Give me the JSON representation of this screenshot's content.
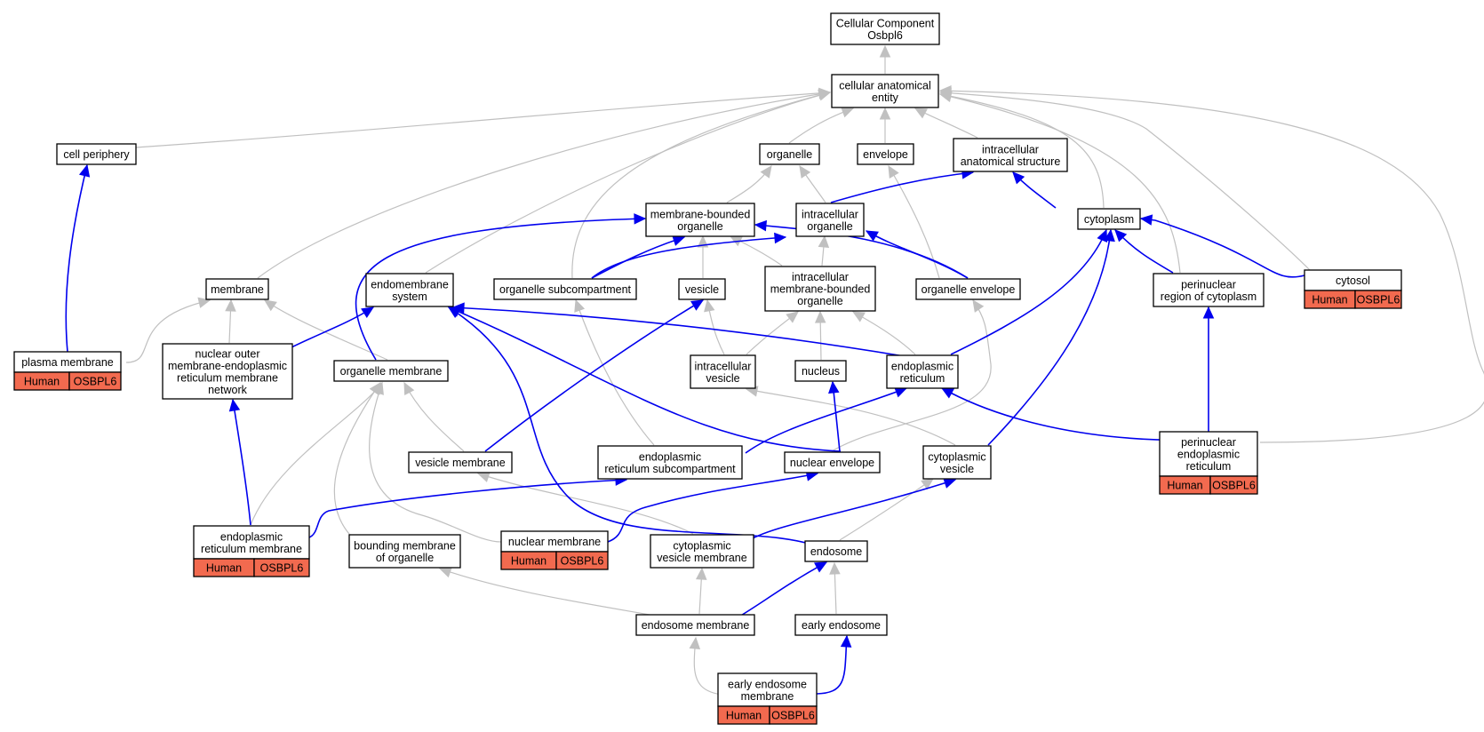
{
  "colors": {
    "is_a_edge": "#c0c0c0",
    "part_of_edge": "#0000ee",
    "annotation_fill": "#f26a4f",
    "node_border": "#000000",
    "background": "#ffffff"
  },
  "nodes": {
    "root": {
      "lines": [
        "Cellular Component",
        "Osbpl6"
      ]
    },
    "cae": {
      "lines": [
        "cellular anatomical",
        "entity"
      ]
    },
    "cellperiph": {
      "lines": [
        "cell periphery"
      ]
    },
    "organelle": {
      "lines": [
        "organelle"
      ]
    },
    "envelope": {
      "lines": [
        "envelope"
      ]
    },
    "ias": {
      "lines": [
        "intracellular",
        "anatomical structure"
      ]
    },
    "mbo": {
      "lines": [
        "membrane-bounded",
        "organelle"
      ]
    },
    "io": {
      "lines": [
        "intracellular",
        "organelle"
      ]
    },
    "cytoplasm": {
      "lines": [
        "cytoplasm"
      ]
    },
    "membrane": {
      "lines": [
        "membrane"
      ]
    },
    "endosys": {
      "lines": [
        "endomembrane",
        "system"
      ]
    },
    "orgsub": {
      "lines": [
        "organelle subcompartment"
      ]
    },
    "vesicle": {
      "lines": [
        "vesicle"
      ]
    },
    "imbo": {
      "lines": [
        "intracellular",
        "membrane-bounded",
        "organelle"
      ]
    },
    "orgenv": {
      "lines": [
        "organelle envelope"
      ]
    },
    "cytosol": {
      "lines": [
        "cytosol"
      ],
      "annotation": [
        "Human",
        "OSBPL6"
      ]
    },
    "perinuc": {
      "lines": [
        "perinuclear",
        "region of cytoplasm"
      ]
    },
    "plasma": {
      "lines": [
        "plasma membrane"
      ],
      "annotation": [
        "Human",
        "OSBPL6"
      ]
    },
    "nomer": {
      "lines": [
        "nuclear outer",
        "membrane-endoplasmic",
        "reticulum membrane",
        "network"
      ]
    },
    "orgmem": {
      "lines": [
        "organelle membrane"
      ]
    },
    "ivesicle": {
      "lines": [
        "intracellular",
        "vesicle"
      ]
    },
    "nucleus": {
      "lines": [
        "nucleus"
      ]
    },
    "er": {
      "lines": [
        "endoplasmic",
        "reticulum"
      ]
    },
    "vesmem": {
      "lines": [
        "vesicle membrane"
      ]
    },
    "ersub": {
      "lines": [
        "endoplasmic",
        "reticulum subcompartment"
      ]
    },
    "nucenv": {
      "lines": [
        "nuclear envelope"
      ]
    },
    "cytves": {
      "lines": [
        "cytoplasmic",
        "vesicle"
      ]
    },
    "perier": {
      "lines": [
        "perinuclear",
        "endoplasmic",
        "reticulum"
      ],
      "annotation": [
        "Human",
        "OSBPL6"
      ]
    },
    "ermem": {
      "lines": [
        "endoplasmic",
        "reticulum membrane"
      ],
      "annotation": [
        "Human",
        "OSBPL6"
      ]
    },
    "bmo": {
      "lines": [
        "bounding membrane",
        "of organelle"
      ]
    },
    "nucmem": {
      "lines": [
        "nuclear membrane"
      ],
      "annotation": [
        "Human",
        "OSBPL6"
      ]
    },
    "cvm": {
      "lines": [
        "cytoplasmic",
        "vesicle membrane"
      ]
    },
    "endosome": {
      "lines": [
        "endosome"
      ]
    },
    "endomem": {
      "lines": [
        "endosome membrane"
      ]
    },
    "earlyendo": {
      "lines": [
        "early endosome"
      ]
    },
    "eem": {
      "lines": [
        "early endosome",
        "membrane"
      ],
      "annotation": [
        "Human",
        "OSBPL6"
      ]
    }
  }
}
